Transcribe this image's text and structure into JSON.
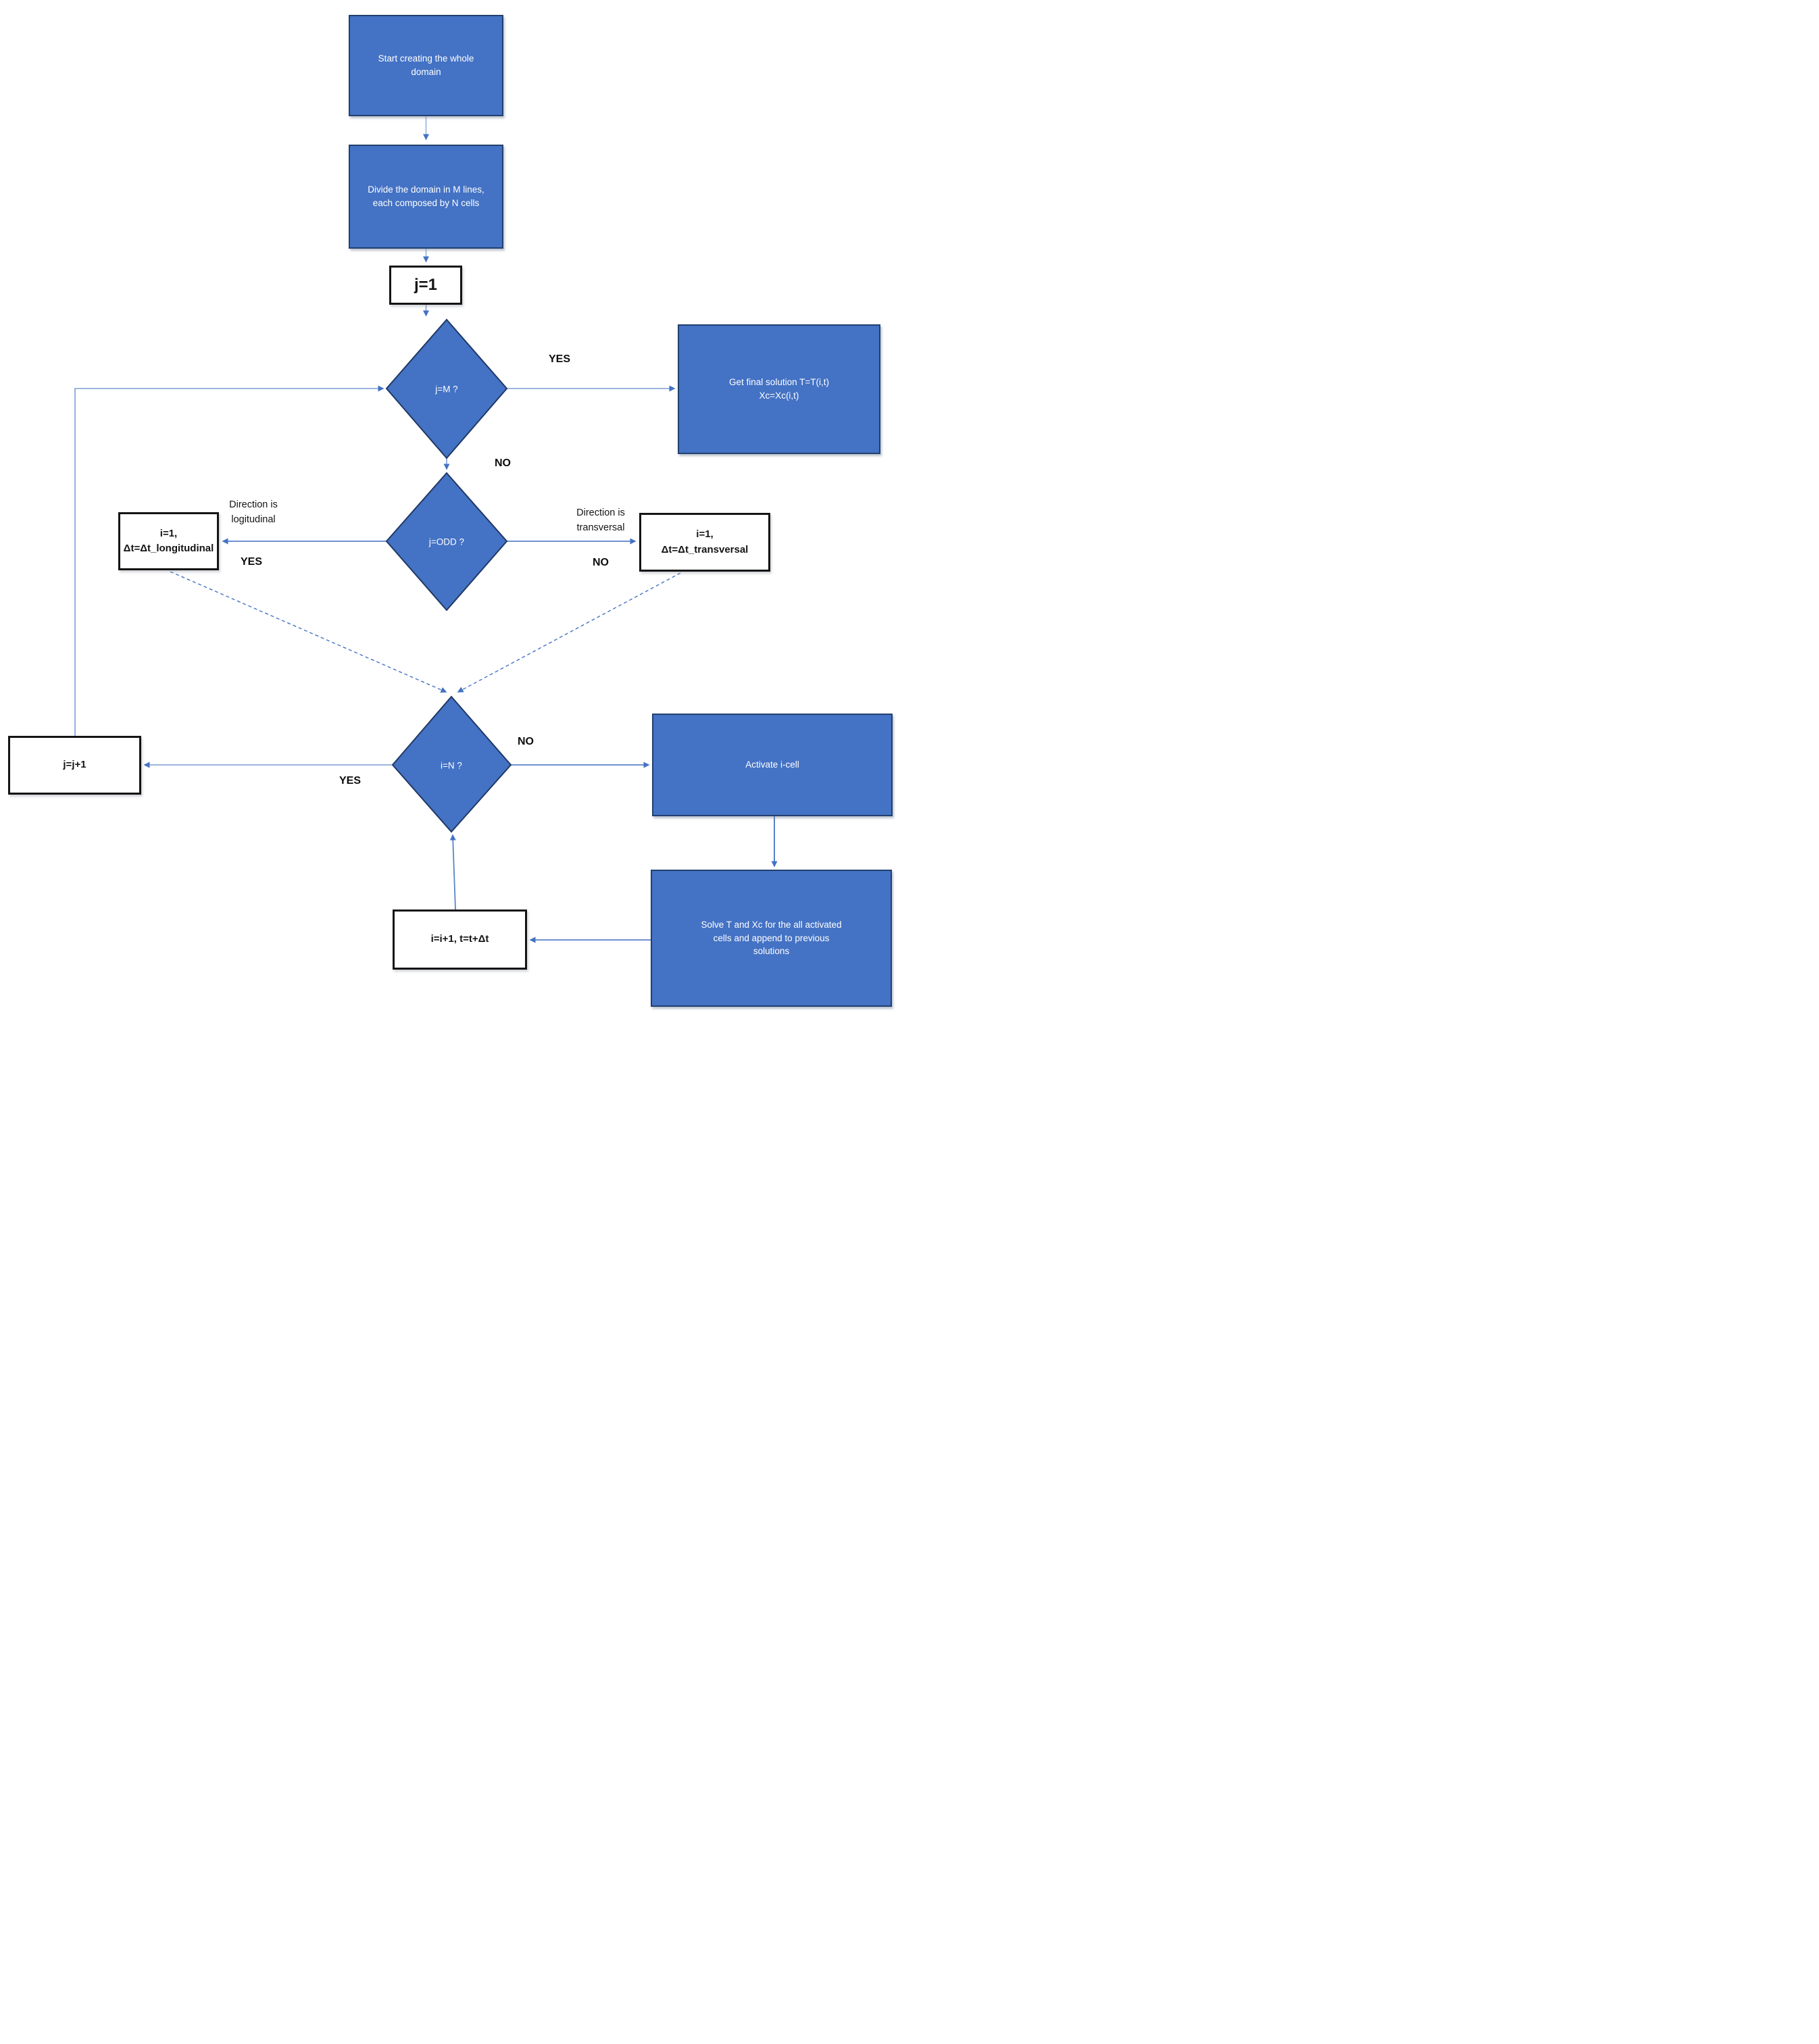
{
  "flowchart": {
    "nodes": {
      "start": "Start creating the whole domain",
      "divide": "Divide the domain in M lines, each composed by N cells",
      "init_j": "j=1",
      "check_j_equals_m": "j=M ?",
      "final_solution_line1": "Get final solution T=T(i,t)",
      "final_solution_line2": "Xc=Xc(i,t)",
      "check_j_odd": "j=ODD ?",
      "longitudinal_line1": "i=1,",
      "longitudinal_line2": "Δt=Δt_longitudinal",
      "transversal_line1": "i=1,",
      "transversal_line2": "Δt=Δt_transversal",
      "check_i_equals_n": "i=N ?",
      "activate": "Activate i-cell",
      "solve": "Solve T and Xc for the all activated cells and append to previous solutions",
      "increment_i": "i=i+1, t=t+Δt",
      "increment_j": "j=j+1"
    },
    "labels": {
      "jm_yes": "YES",
      "jm_no": "NO",
      "jodd_yes": "YES",
      "jodd_no": "NO",
      "jodd_yes_note": "Direction is logitudinal",
      "jodd_no_note": "Direction is transversal",
      "in_yes": "YES",
      "in_no": "NO"
    },
    "colors": {
      "node_fill": "#4472C4",
      "node_border": "#22406e",
      "connector": "#7d9cd6",
      "arrowhead": "#4472C4",
      "white_node_border": "#141414"
    }
  }
}
